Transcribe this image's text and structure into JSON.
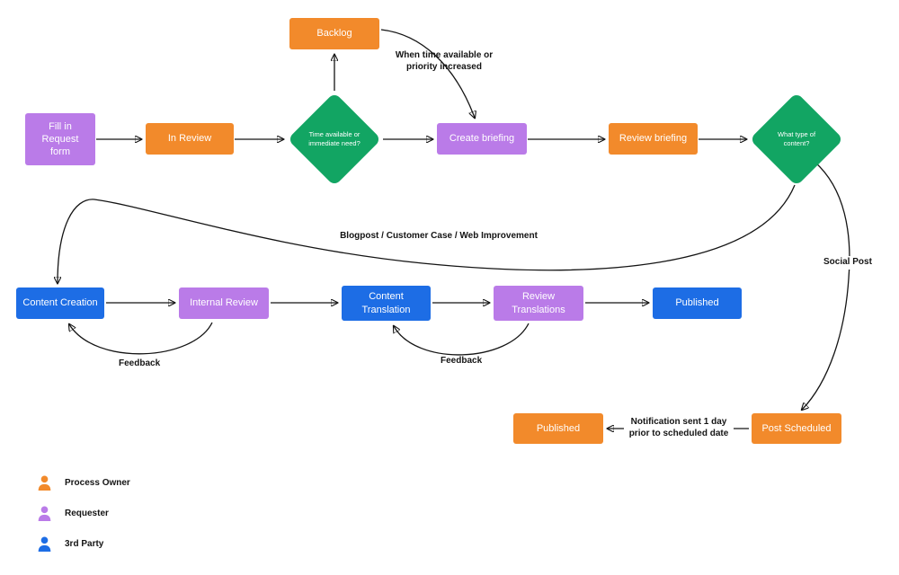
{
  "colors": {
    "orange": "#F28A2B",
    "purple": "#BA7BE8",
    "green": "#12A563",
    "blue": "#1D6DE5",
    "ink": "#141414"
  },
  "nodes": {
    "backlog": {
      "label": "Backlog"
    },
    "fill_request": {
      "label": "Fill in Request form"
    },
    "in_review": {
      "label": "In Review"
    },
    "decision_time": {
      "label": "Time available or immediate need?"
    },
    "create_briefing": {
      "label": "Create briefing"
    },
    "review_briefing": {
      "label": "Review briefing"
    },
    "decision_type": {
      "label": "What type of content?"
    },
    "content_creation": {
      "label": "Content Creation"
    },
    "internal_review": {
      "label": "Internal Review"
    },
    "content_translation": {
      "label": "Content Translation"
    },
    "review_translations": {
      "label": "Review Translations"
    },
    "published_web": {
      "label": "Published"
    },
    "published_social": {
      "label": "Published"
    },
    "post_scheduled": {
      "label": "Post Scheduled"
    }
  },
  "edge_labels": {
    "when_time": "When time available or priority increased",
    "content_types": "Blogpost / Customer Case / Web Improvement",
    "social_post": "Social Post",
    "feedback_creation": "Feedback",
    "feedback_translation": "Feedback",
    "notification": "Notification sent 1 day prior to scheduled date"
  },
  "legend": {
    "process_owner": "Process Owner",
    "requester": "Requester",
    "third_party": "3rd Party"
  }
}
